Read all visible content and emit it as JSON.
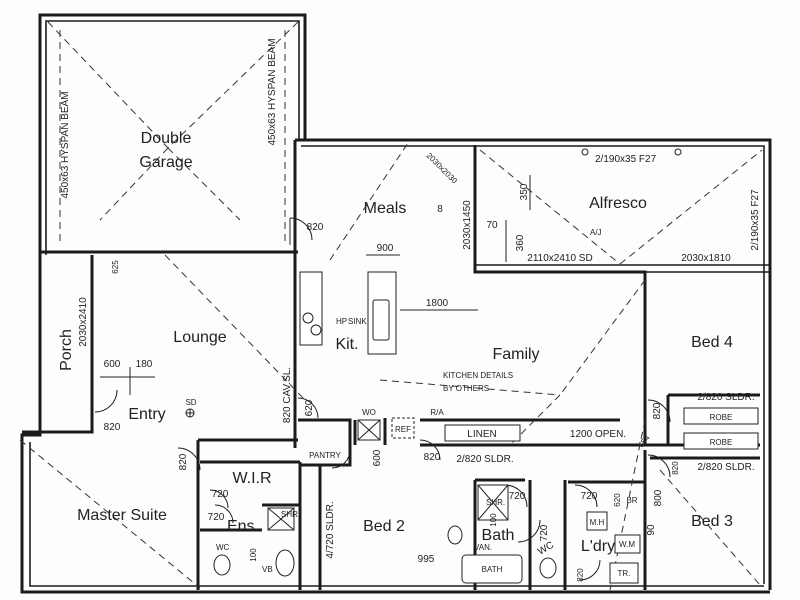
{
  "rooms": {
    "garage_line1": "Double",
    "garage_line2": "Garage",
    "meals": "Meals",
    "alfresco": "Alfresco",
    "lounge": "Lounge",
    "kit": "Kit.",
    "family": "Family",
    "bed4": "Bed 4",
    "porch": "Porch",
    "entry": "Entry",
    "wir": "W.I.R",
    "master": "Master Suite",
    "ens": "Ens.",
    "bed2": "Bed 2",
    "bath": "Bath",
    "ldry": "L'dry",
    "bed3": "Bed 3",
    "pantry": "PANTRY",
    "linen": "LINEN"
  },
  "fixtures": {
    "shr": "SHR.",
    "wc": "WC",
    "vb": "VB",
    "van": "VAN.",
    "bath_tub": "BATH",
    "robe": "ROBE",
    "mh": "M.H",
    "wm": "W.M",
    "tr": "TR.",
    "br": "BR",
    "ref": "REF",
    "hp": "HP",
    "sink": "SINK",
    "wo": "WO",
    "ra": "R/A",
    "sd": "SD",
    "aj": "A/J"
  },
  "notes": {
    "beam_left": "450x63 HYSPAN BEAM",
    "beam_right": "450x63 HYSPAN BEAM",
    "alfresco_beam_top": "2/190x35 F27",
    "alfresco_beam_right": "2/190x35 F27",
    "kitchen_note_1": "KITCHEN DETAILS",
    "kitchen_note_2": "BY OTHERS",
    "cav_sl": "820 CAV.SL.",
    "slider_bed2": "4/720 SLDR.",
    "slider_hall": "2/820 SLDR.",
    "slider_bed4": "2/820 SLDR.",
    "slider_bed3": "2/820 SLDR.",
    "porch_door": "2030x2410",
    "alfresco_door": "2110x2410 SD",
    "alfresco_window": "2030x1810",
    "meals_window": "2030x1450",
    "corner_window": "2030x2030",
    "hall_opening": "1200 OPEN."
  },
  "dims": {
    "d820_meals": "820",
    "d900": "900",
    "d1800": "1800",
    "d625": "625",
    "d600": "600",
    "d180": "180",
    "d620": "620",
    "d820_entry": "820",
    "d820_master": "820",
    "d720_wir_a": "720",
    "d720_wir_b": "720",
    "d100": "100",
    "d600_pantry": "600",
    "d820_bed2": "820",
    "d720_bath": "720",
    "d100_bath": "100",
    "d995": "995",
    "d720_wc": "720",
    "d720_ldry": "720",
    "d820_ldry": "820",
    "d620_ldry": "620",
    "d800": "800",
    "d90": "90",
    "d820_bed4": "820",
    "d654": "654",
    "d820_bed3": "820",
    "d350": "350",
    "d360": "360",
    "d70": "70",
    "d8": "8"
  }
}
